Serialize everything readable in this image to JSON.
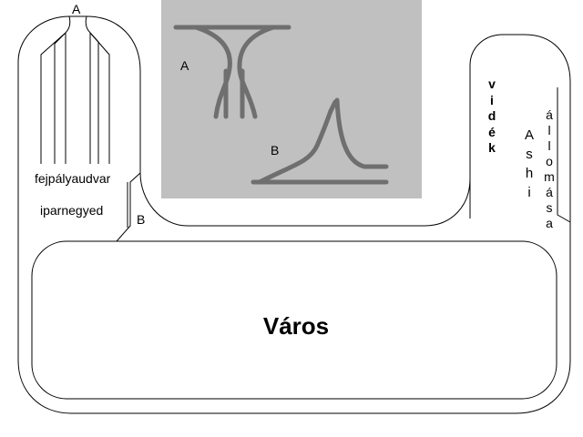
{
  "labels": {
    "top_a": "A",
    "inset_a": "A",
    "inset_b": "B",
    "terminal": "fejpályaudvar",
    "industrial": "iparnegyed",
    "left_b": "B",
    "city": "Város"
  },
  "vertical_words": {
    "countryside": [
      "v",
      "i",
      "d",
      "é",
      "k"
    ],
    "station_name": [
      "A",
      "s",
      "h",
      "i"
    ],
    "station": [
      "á",
      "l",
      "l",
      "o",
      "m",
      "á",
      "s",
      "a"
    ]
  },
  "colors": {
    "line": "#000000",
    "inset_bg": "#c0c0c0",
    "inset_track": "#7a7a7a",
    "inset_track_edge": "#555555",
    "background": "#ffffff"
  }
}
